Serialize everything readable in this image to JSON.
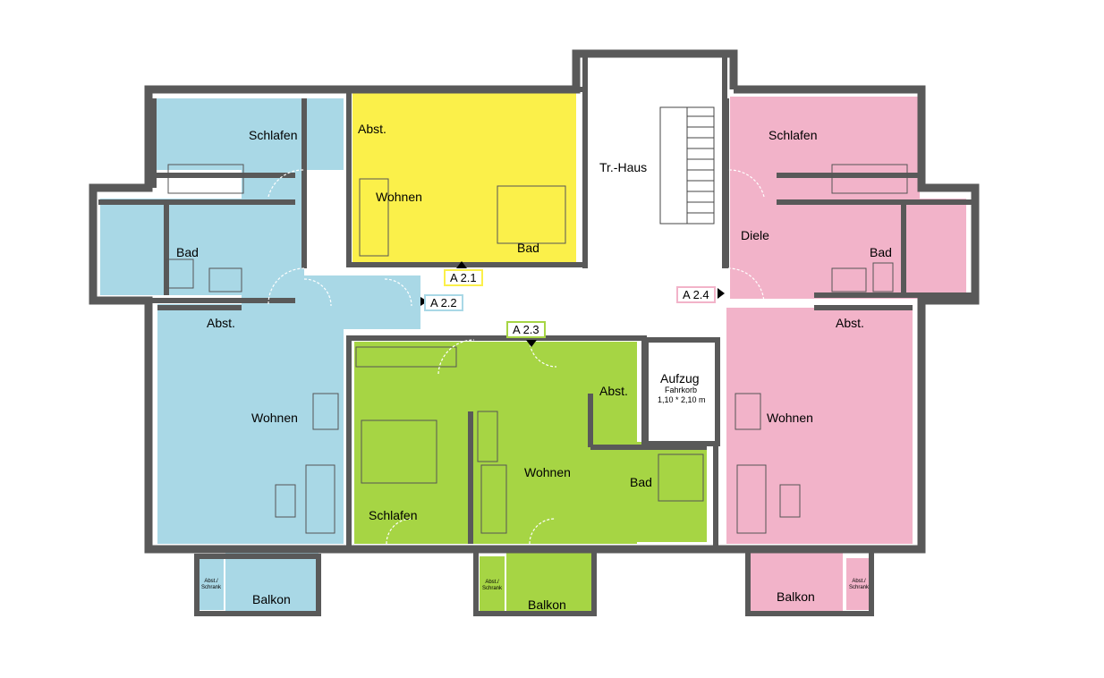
{
  "colors": {
    "blue": "#a9d8e6",
    "yellow": "#fbf04a",
    "green": "#a6d544",
    "pink": "#f2b3c9",
    "wall": "#595959",
    "background": "#ffffff"
  },
  "rooms": {
    "blue_schlafen": "Schlafen",
    "blue_bad": "Bad",
    "blue_abst": "Abst.",
    "blue_wohnen": "Wohnen",
    "blue_balkon": "Balkon",
    "blue_abst_schrank": "Abst./ Schrank",
    "yellow_abst": "Abst.",
    "yellow_wohnen": "Wohnen",
    "yellow_bad": "Bad",
    "treppenhaus": "Tr.-Haus",
    "aufzug": "Aufzug",
    "fahrkorb": "Fahrkorb",
    "fahrkorb_size": "1,10 * 2,10 m",
    "green_schlafen": "Schlafen",
    "green_wohnen": "Wohnen",
    "green_abst": "Abst.",
    "green_bad": "Bad",
    "green_balkon": "Balkon",
    "green_abst_schrank": "Abst./ Schrank",
    "pink_schlafen": "Schlafen",
    "pink_diele": "Diele",
    "pink_bad": "Bad",
    "pink_abst": "Abst.",
    "pink_wohnen": "Wohnen",
    "pink_balkon": "Balkon",
    "pink_abst_schrank": "Abst./ Schrank"
  },
  "units": {
    "a21": "A 2.1",
    "a22": "A 2.2",
    "a23": "A 2.3",
    "a24": "A 2.4"
  }
}
